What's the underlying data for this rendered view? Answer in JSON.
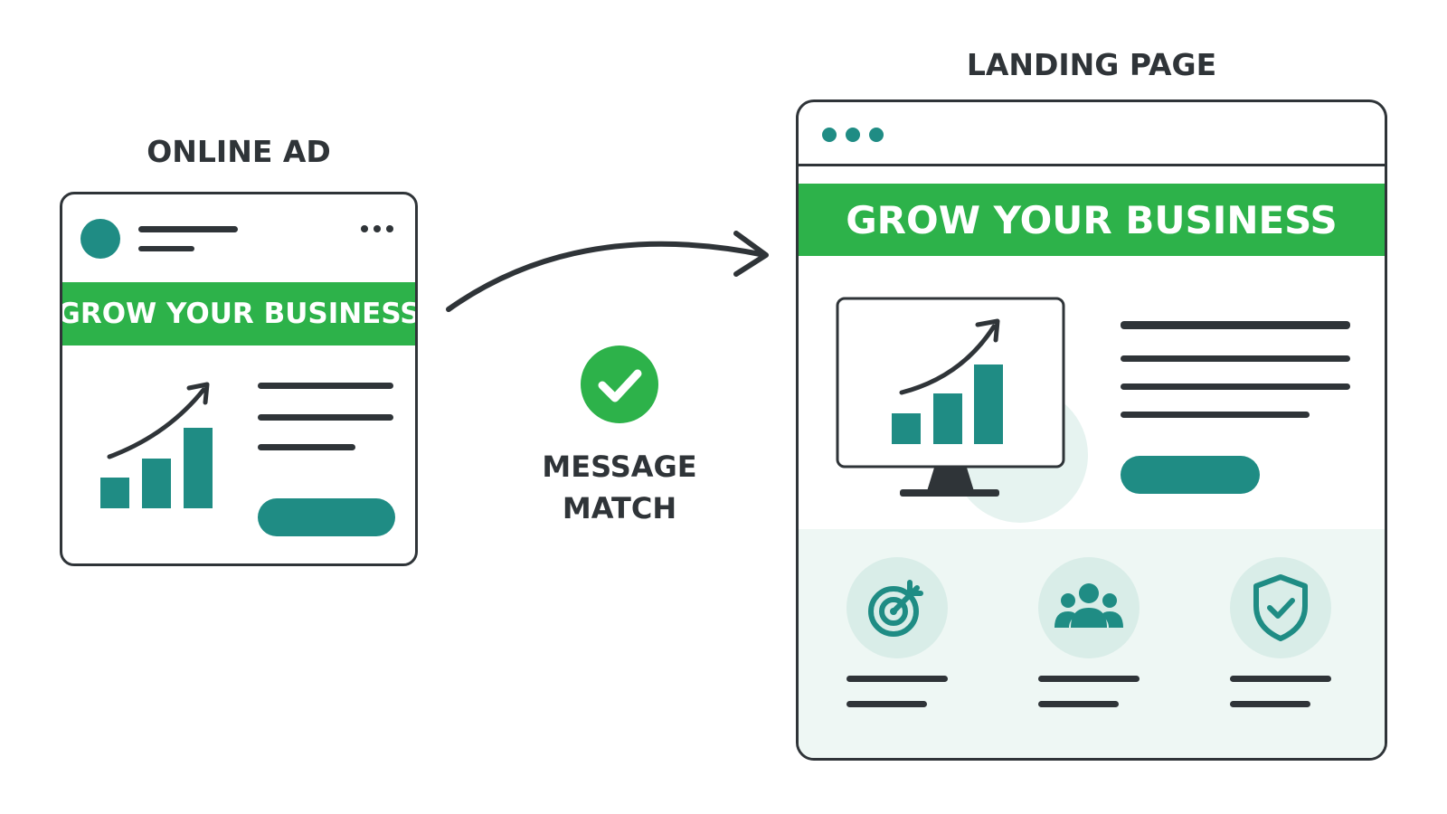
{
  "online_ad": {
    "caption": "ONLINE AD",
    "headline": "GROW YOUR BUSINESS"
  },
  "message_match": {
    "label_line1": "MESSAGE",
    "label_line2": "MATCH"
  },
  "landing_page": {
    "caption": "LANDING PAGE",
    "headline": "GROW YOUR BUSINESS"
  },
  "icons": [
    "avatar-icon",
    "more-options-icon",
    "growth-chart-icon",
    "arrow-icon",
    "checkmark-icon",
    "browser-dots-icon",
    "monitor-icon",
    "target-icon",
    "team-icon",
    "shield-check-icon"
  ],
  "colors": {
    "brand_green": "#2db24a",
    "teal": "#1f8c84",
    "dark": "#2f3438",
    "light_mint": "#eef7f4"
  }
}
